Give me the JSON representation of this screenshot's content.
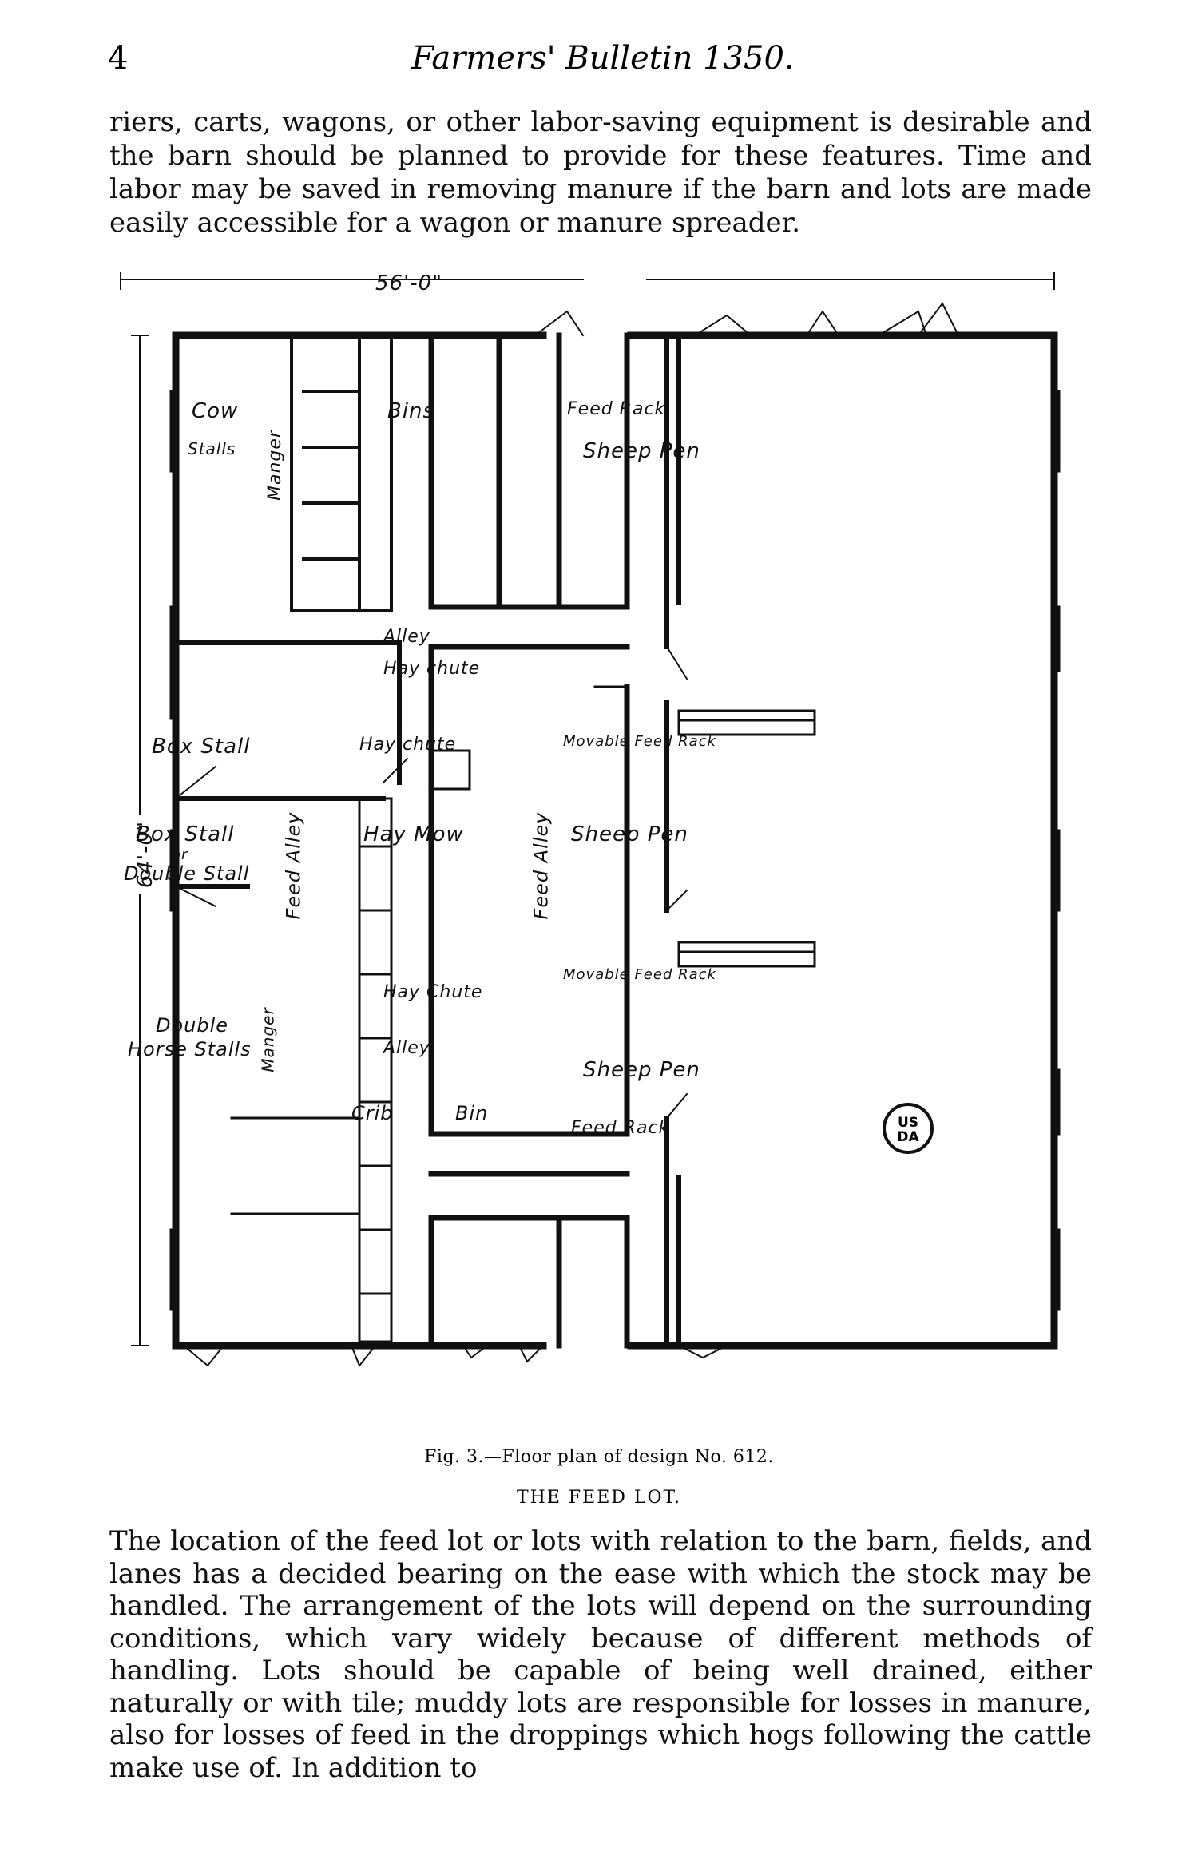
{
  "header": {
    "page_number": "4",
    "running_title": "Farmers' Bulletin 1350."
  },
  "paragraph_top": "riers, carts, wagons, or other labor-saving equipment is desirable and the barn should be planned to provide for these features. Time and labor may be saved in removing manure if the barn and lots are made easily accessible for a wagon or manure spreader.",
  "plan": {
    "width_dim": "56'-0\"",
    "height_dim": "64'-0\"",
    "labels": {
      "cow": "Cow",
      "stalls": "Stalls",
      "manger_top": "Manger",
      "bins": "Bins",
      "alley_top": "Alley",
      "feed_rack_top": "Feed Rack",
      "sheep_pen_1": "Sheep Pen",
      "hay_chute_1": "Hay chute",
      "box_stall": "Box Stall",
      "hay_chute_2": "Hay chute",
      "movable_feed_rack_1": "Movable Feed Rack",
      "box_stall_2": "Box Stall",
      "or": "or",
      "double_stall": "Double Stall",
      "feed_alley_left": "Feed Alley",
      "hay_mow": "Hay Mow",
      "feed_alley_right": "Feed Alley",
      "sheep_pen_2": "Sheep Pen",
      "movable_feed_rack_2": "Movable Feed Rack",
      "hay_chute_3": "Hay Chute",
      "double": "Double",
      "horse_stalls": "Horse Stalls",
      "manger_bottom": "Manger",
      "alley_bottom": "Alley",
      "sheep_pen_3": "Sheep Pen",
      "crib": "Crib",
      "bin": "Bin",
      "feed_rack_bottom": "Feed Rack"
    },
    "logo": {
      "line1": "US",
      "line2": "DA"
    }
  },
  "caption": "Fig. 3.—Floor plan of design No. 612.",
  "section_heading": "THE FEED LOT.",
  "paragraph_bottom": "The location of the feed lot or lots with relation to the barn, fields, and lanes has a decided bearing on the ease with which the stock may be handled. The arrangement of the lots will depend on the surrounding conditions, which vary widely because of different methods of handling. Lots should be capable of being well drained, either naturally or with tile; muddy lots are responsible for losses in manure, also for losses of feed in the droppings which hogs following the cattle make use of. In addition to"
}
